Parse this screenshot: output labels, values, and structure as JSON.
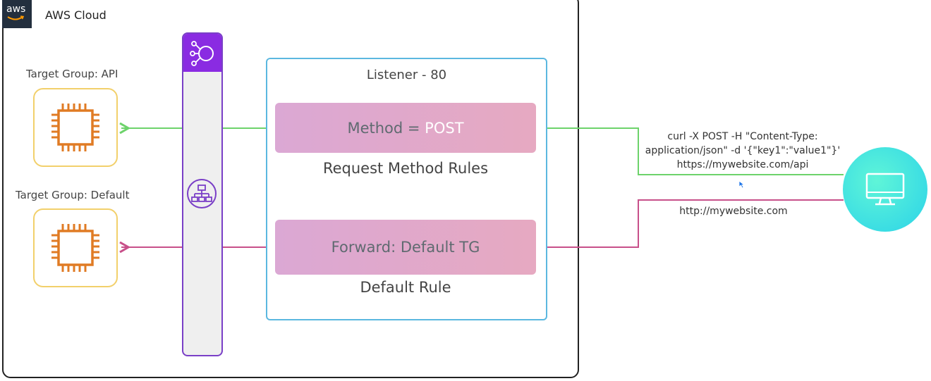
{
  "cloud": {
    "logo_text": "aws",
    "title": "AWS Cloud"
  },
  "target_groups": [
    {
      "label": "Target Group: API",
      "icon": "ec2-instance-icon"
    },
    {
      "label": "Target Group: Default",
      "icon": "ec2-instance-icon"
    }
  ],
  "load_balancer": {
    "top_icon": "elastic-load-balancing-icon",
    "mid_icon": "application-load-balancer-icon"
  },
  "listener": {
    "title": "Listener - 80",
    "rules": [
      {
        "text_prefix": "Method = ",
        "text_highlight": "POST",
        "caption": "Request Method Rules"
      },
      {
        "text": "Forward: Default TG",
        "caption": "Default Rule"
      }
    ]
  },
  "requests": {
    "post": {
      "line1": "curl -X POST -H \"Content-Type:",
      "line2": "application/json\" -d '{\"key1\":\"value1\"}'",
      "line3": "https://mywebsite.com/api"
    },
    "get": {
      "text": "http://mywebsite.com"
    }
  },
  "client": {
    "icon": "desktop-computer-icon"
  },
  "colors": {
    "post_path": "#6dd36b",
    "default_path": "#c8508a",
    "listener_border": "#5bb8e0",
    "alb_purple": "#8a2be2",
    "target_border": "#f2d06b",
    "ec2_orange": "#e07b24"
  }
}
